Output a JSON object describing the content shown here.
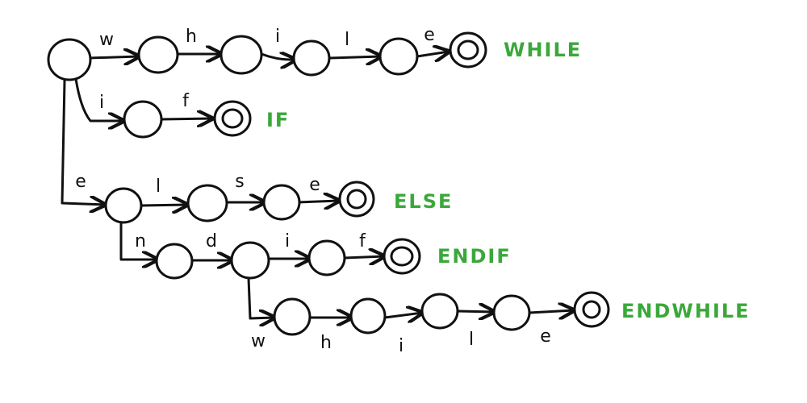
{
  "colors": {
    "ink": "#111111",
    "token": "#3aa83a",
    "background": "#ffffff"
  },
  "keywords": [
    {
      "token": "WHILE",
      "path_labels": [
        "w",
        "h",
        "i",
        "l",
        "e"
      ]
    },
    {
      "token": "IF",
      "path_labels": [
        "i",
        "f"
      ]
    },
    {
      "token": "ELSE",
      "path_labels": [
        "e",
        "l",
        "s",
        "e"
      ]
    },
    {
      "token": "ENDIF",
      "path_labels": [
        "n",
        "d",
        "i",
        "f"
      ]
    },
    {
      "token": "ENDWHILE",
      "path_labels": [
        "w",
        "h",
        "i",
        "l",
        "e"
      ]
    }
  ]
}
